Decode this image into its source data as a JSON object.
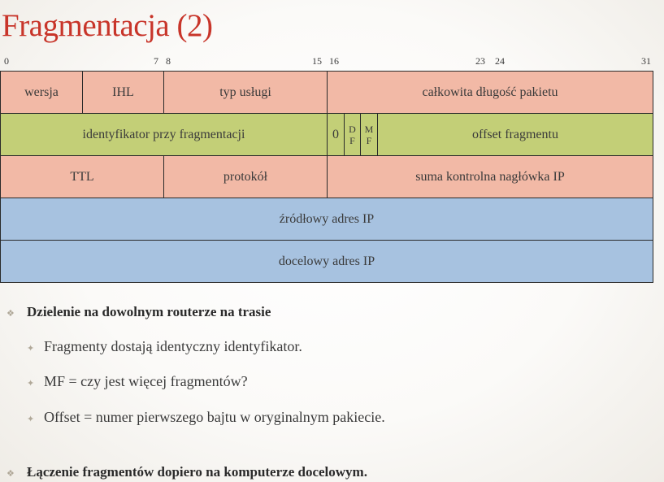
{
  "title": "Fragmentacja (2)",
  "bit_numbers": [
    "0",
    "7",
    "8",
    "15",
    "16",
    "23",
    "24",
    "31"
  ],
  "header_rows": [
    {
      "cells": [
        {
          "label": "wersja",
          "bits": 4,
          "color": "#f2b9a6"
        },
        {
          "label": "IHL",
          "bits": 4,
          "color": "#f2b9a6"
        },
        {
          "label": "typ usługi",
          "bits": 8,
          "color": "#f2b9a6"
        },
        {
          "label": "całkowita długość pakietu",
          "bits": 16,
          "color": "#f2b9a6"
        }
      ]
    },
    {
      "cells": [
        {
          "label": "identyfikator przy fragmentacji",
          "bits": 16,
          "color": "#c3cf77"
        },
        {
          "label": "0",
          "bits": 1,
          "color": "#c3cf77"
        },
        {
          "label_top": "D",
          "label_bottom": "F",
          "bits": 1,
          "color": "#c3cf77"
        },
        {
          "label_top": "M",
          "label_bottom": "F",
          "bits": 1,
          "color": "#c3cf77"
        },
        {
          "label": "offset fragmentu",
          "bits": 13,
          "color": "#c3cf77"
        }
      ]
    },
    {
      "cells": [
        {
          "label": "TTL",
          "bits": 8,
          "color": "#f2b9a6"
        },
        {
          "label": "protokół",
          "bits": 8,
          "color": "#f2b9a6"
        },
        {
          "label": "suma kontrolna nagłówka IP",
          "bits": 16,
          "color": "#f2b9a6"
        }
      ]
    },
    {
      "cells": [
        {
          "label": "źródłowy adres IP",
          "bits": 32,
          "color": "#a7c2e0"
        }
      ]
    },
    {
      "cells": [
        {
          "label": "docelowy adres IP",
          "bits": 32,
          "color": "#a7c2e0"
        }
      ]
    }
  ],
  "bullets": [
    {
      "text": "Dzielenie na dowolnym routerze na trasie",
      "sub": [
        "Fragmenty dostają identyczny identyfikator.",
        "MF = czy jest więcej fragmentów?",
        "Offset = numer pierwszego bajtu w oryginalnym pakiecie."
      ]
    },
    {
      "text": "Łączenie fragmentów dopiero na komputerze docelowym.",
      "sub": []
    }
  ]
}
